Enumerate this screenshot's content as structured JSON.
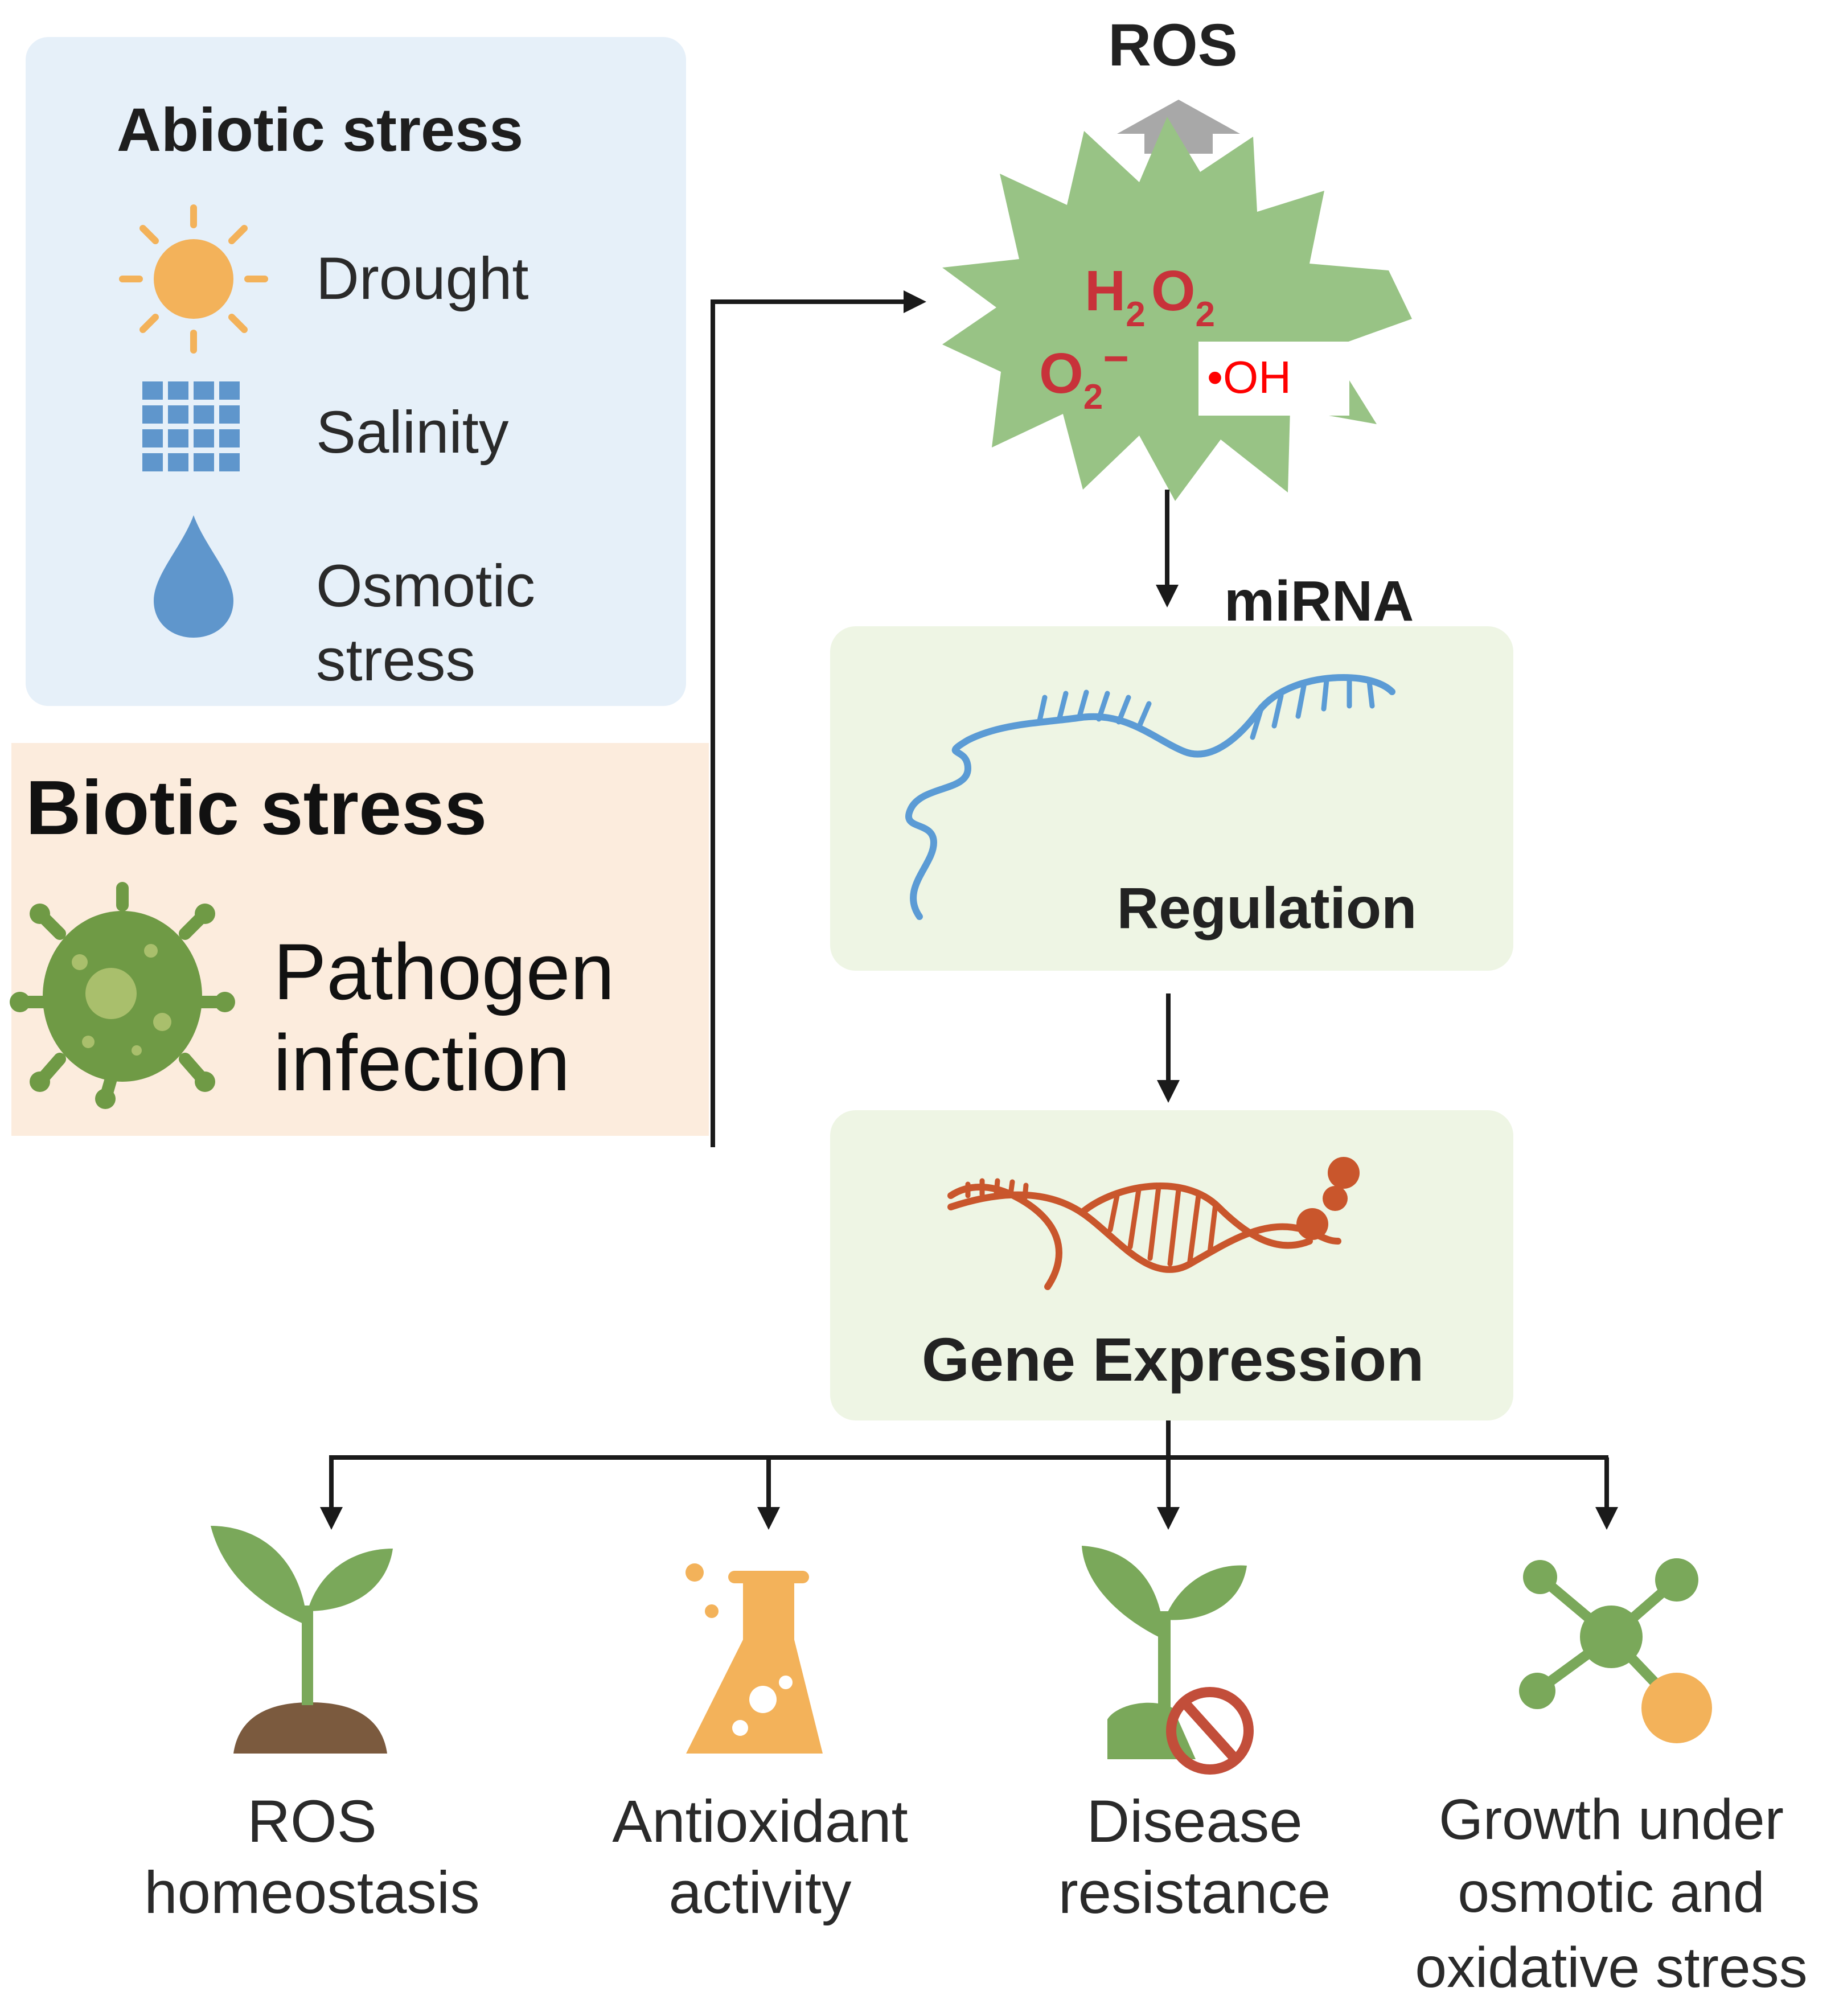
{
  "abiotic": {
    "title": "Abiotic stress",
    "items": [
      {
        "label": "Drought",
        "icon": "sun-icon"
      },
      {
        "label": "Salinity",
        "icon": "salt-grid-icon"
      },
      {
        "label_line1": "Osmotic",
        "label_line2": "stress",
        "icon": "water-drop-icon"
      }
    ]
  },
  "biotic": {
    "title": "Biotic stress",
    "item_line1": "Pathogen",
    "item_line2": "infection",
    "icon": "pathogen-icon"
  },
  "ros": {
    "label": "ROS",
    "h2o2_h": "H",
    "h2o2_h_sub": "2",
    "h2o2_o": "O",
    "h2o2_o_sub": "2",
    "superoxide_o": "O",
    "superoxide_sub": "2",
    "superoxide_charge": "−",
    "hydroxyl": "•OH"
  },
  "mirna": {
    "label": "miRNA",
    "box_label": "Regulation"
  },
  "gene": {
    "box_label": "Gene Expression"
  },
  "outcomes": [
    {
      "line1": "ROS",
      "line2": "homeostasis",
      "line3": "",
      "icon": "seedling-soil-icon"
    },
    {
      "line1": "Antioxidant",
      "line2": "activity",
      "line3": "",
      "icon": "flask-icon"
    },
    {
      "line1": "Disease",
      "line2": "resistance",
      "line3": "",
      "icon": "seedling-prohibited-icon"
    },
    {
      "line1": "Growth under",
      "line2": "osmotic and",
      "line3": "oxidative stress",
      "icon": "molecule-icon"
    }
  ],
  "colors": {
    "abiotic_bg": "#e6f0f9",
    "biotic_bg": "#fcecdd",
    "ros_burst": "#98c385",
    "ros_text": "#c8323a",
    "hydroxyl_text": "#ff0000",
    "box_bg": "#eef5e4",
    "mirna_strand": "#5b9bd5",
    "dna_strand": "#c9562c",
    "leaf_green": "#7aa85a",
    "orange": "#f3b25a",
    "blue_icon": "#5f96cc",
    "arrow": "#1a1a1a"
  }
}
